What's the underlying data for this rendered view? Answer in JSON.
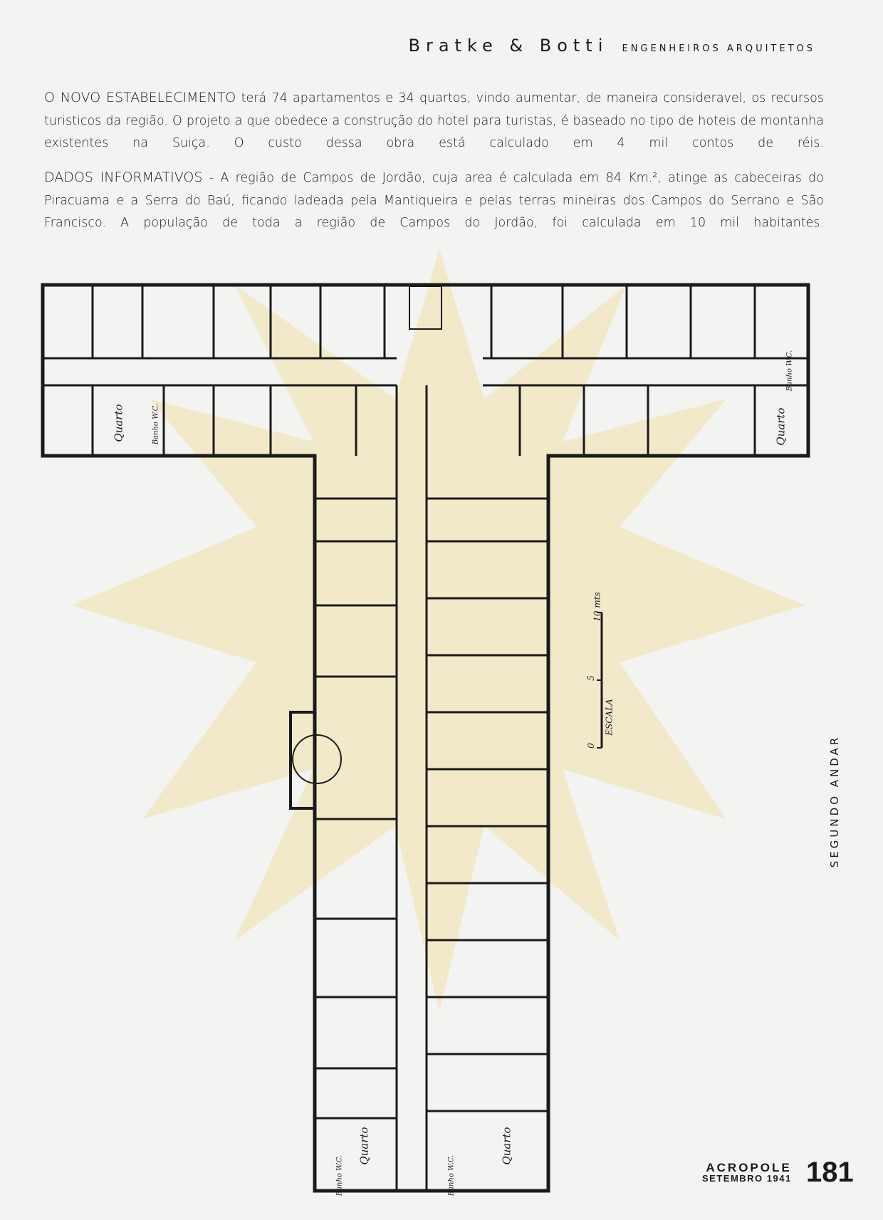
{
  "header": {
    "firm": "Bratke & Botti",
    "subtitle": "ENGENHEIROS ARQUITETOS"
  },
  "paragraphs": [
    {
      "lead": "O NOVO ESTABELECIMENTO",
      "text": " terá 74 apartamentos e 34 quartos, vindo aumentar, de maneira consideravel, os recursos turisticos da região. O projeto a que obedece a construção do hotel para turistas, é baseado no tipo de hoteis de montanha existentes na Suiça. O custo dessa obra está calculado em 4 mil contos de réis."
    },
    {
      "lead": "DADOS INFORMATIVOS",
      "text": " - A região de Campos de Jordão, cuja area é calculada em 84 Km.², atinge as cabeceiras do Piracuama e a Serra do Baú, ficando ladeada pela Mantiqueira e pelas terras mineiras dos Campos do Serrano e São Francisco. A população de toda a região de Campos do Jordão, foi calculada em 10 mil habitantes."
    }
  ],
  "plan": {
    "room_label": "Quarto",
    "bath_label": "Banho W.C.",
    "scale": {
      "title": "ESCALA",
      "ticks": [
        "0",
        "5",
        "10 mts"
      ]
    }
  },
  "side_label": "SEGUNDO ANDAR",
  "footer": {
    "magazine": "ACROPOLE",
    "date": "SETEMBRO 1941",
    "page_number": "181"
  },
  "colors": {
    "watermark": "#f1e6c0",
    "ink": "#1a1a1a",
    "paper": "#f3f3f1"
  }
}
